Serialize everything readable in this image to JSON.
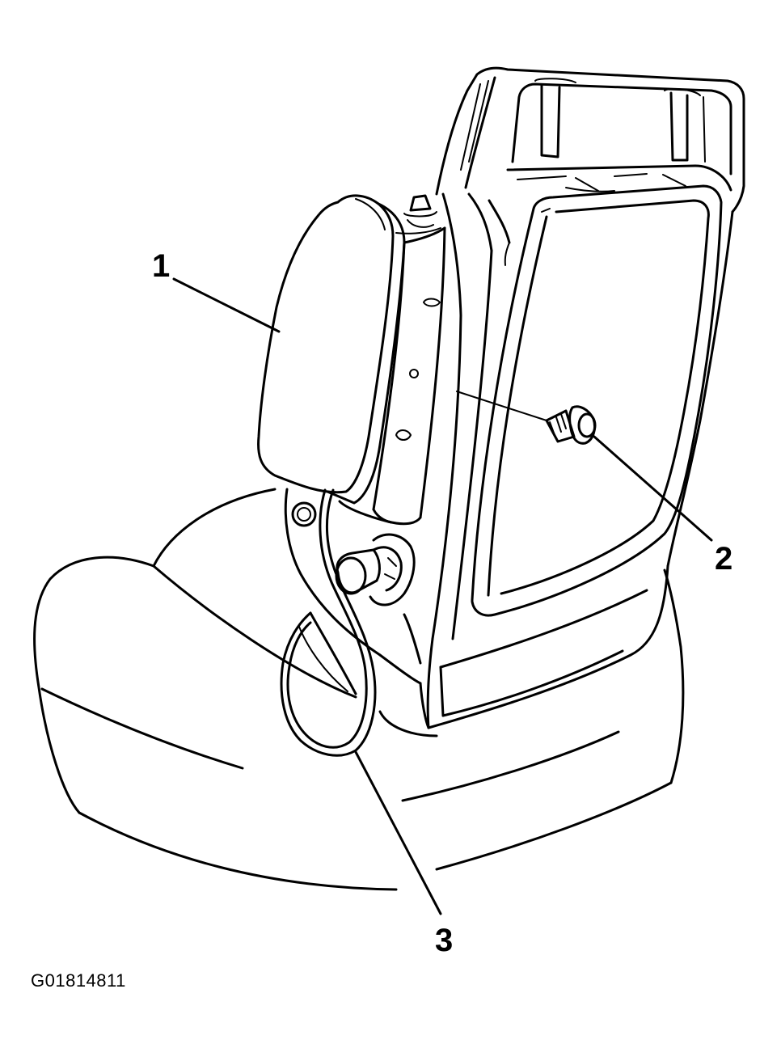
{
  "callouts": [
    {
      "id": "1",
      "label": "1"
    },
    {
      "id": "2",
      "label": "2"
    },
    {
      "id": "3",
      "label": "3"
    }
  ],
  "figure_code": "G01814811",
  "colors": {
    "line": "#000000",
    "background": "#ffffff"
  }
}
